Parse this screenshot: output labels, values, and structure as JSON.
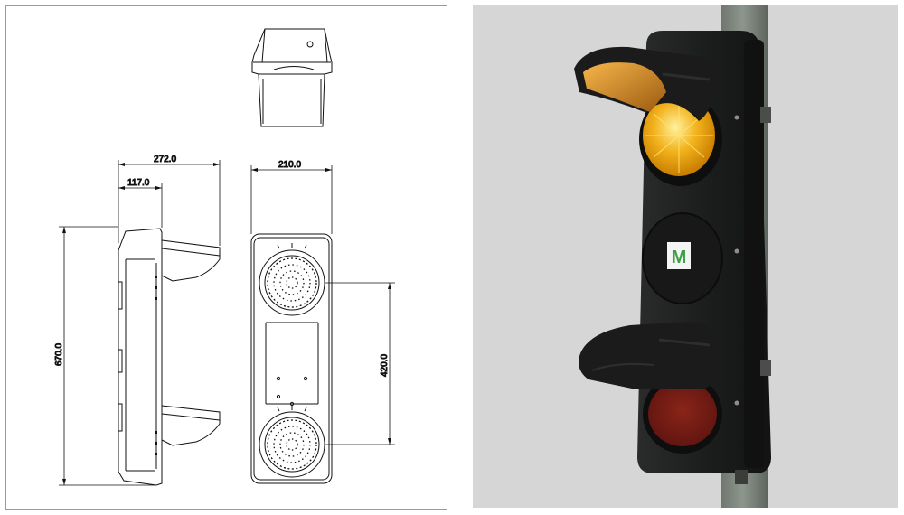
{
  "drawing": {
    "dimensions": {
      "overall_depth": "272.0",
      "body_depth": "117.0",
      "width": "210.0",
      "height": "670.0",
      "lamp_spacing": "420.0"
    }
  },
  "photo": {
    "lamp_colors": {
      "top": "#f2b21c",
      "bottom": "#5e1410"
    },
    "housing_color": "#1c1e1d",
    "pole_color": "#8d968d",
    "logo_letter": "M",
    "logo_color": "#3aa046"
  }
}
